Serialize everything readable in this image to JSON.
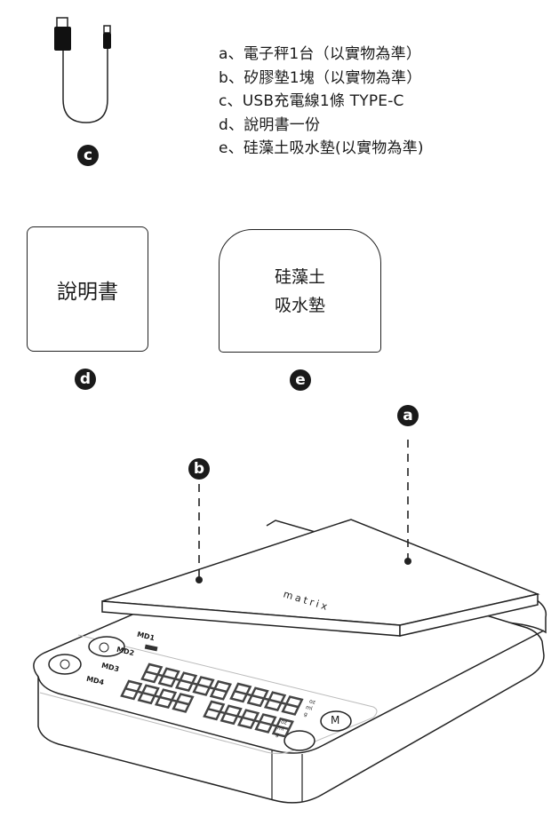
{
  "contents": {
    "items": [
      "a、電子秤1台（以實物為準）",
      "b、矽膠墊1塊（以實物為準）",
      "c、USB充電線1條 TYPE-C",
      "d、說明書一份",
      "e、硅藻土吸水墊(以實物為準)"
    ]
  },
  "labels": {
    "a": "a",
    "b": "b",
    "c": "c",
    "d": "d",
    "e": "e"
  },
  "manual_box": {
    "text": "說明書"
  },
  "mat_box": {
    "line1": "硅藻土",
    "line2": "吸水墊"
  },
  "scale": {
    "brand": "matrix",
    "modes": [
      "MD1",
      "MD2",
      "MD3",
      "MD4"
    ],
    "units_top": [
      "oz",
      "ml",
      "g"
    ],
    "units_bottom": [
      "oz",
      "ml",
      "g"
    ],
    "button_m": "M"
  }
}
